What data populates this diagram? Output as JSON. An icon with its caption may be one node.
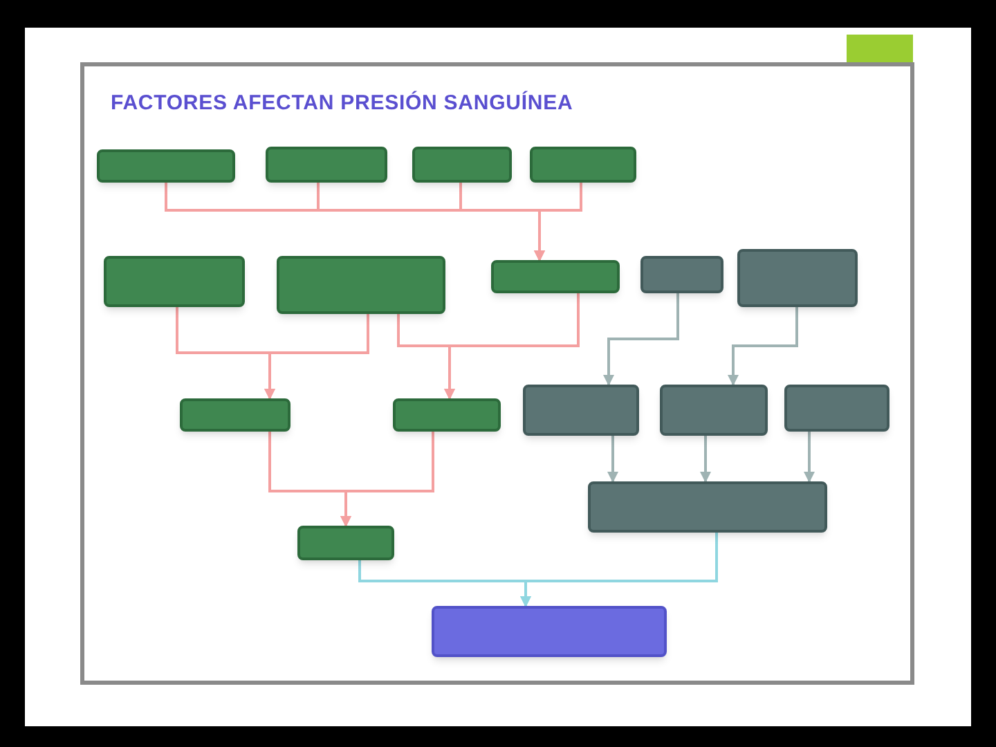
{
  "diagram": {
    "title": "FACTORES AFECTAN PRESIÓN SANGUÍNEA",
    "nodes": [
      {
        "text": [],
        "shape": "box"
      },
      {
        "text": [],
        "shape": "box"
      },
      {
        "text": [],
        "shape": "box"
      },
      {
        "text": [],
        "shape": "box"
      },
      {
        "text": [],
        "shape": "box"
      },
      {
        "text": [],
        "shape": "box"
      },
      {
        "text": [],
        "shape": "box"
      },
      {
        "text": [],
        "shape": "box"
      },
      {
        "text": [],
        "shape": "box"
      },
      {
        "text": [],
        "shape": "box"
      },
      {
        "text": [],
        "shape": "box"
      },
      {
        "text": [],
        "shape": "box"
      },
      {
        "text": [],
        "shape": "box"
      },
      {
        "text": [],
        "shape": "box"
      },
      {
        "text": [],
        "shape": "box"
      },
      {
        "text": [],
        "shape": "box"
      },
      {
        "text": [],
        "shape": "box"
      }
    ],
    "edges": [
      {
        "from": 0,
        "to": 6,
        "arrow": "to"
      },
      {
        "from": 1,
        "to": 6,
        "arrow": "to"
      },
      {
        "from": 2,
        "to": 6,
        "arrow": "to"
      },
      {
        "from": 3,
        "to": 6,
        "arrow": "to"
      },
      {
        "from": 4,
        "to": 9,
        "arrow": "to"
      },
      {
        "from": 5,
        "to": 9,
        "arrow": "to"
      },
      {
        "from": 5,
        "to": 10,
        "arrow": "to"
      },
      {
        "from": 6,
        "to": 10,
        "arrow": "to"
      },
      {
        "from": 7,
        "to": 11,
        "arrow": "to",
        "color": "#9fb3b3"
      },
      {
        "from": 8,
        "to": 12,
        "arrow": "to",
        "color": "#9fb3b3"
      },
      {
        "from": 11,
        "to": 14,
        "arrow": "to",
        "color": "#9fb3b3"
      },
      {
        "from": 12,
        "to": 14,
        "arrow": "to",
        "color": "#9fb3b3"
      },
      {
        "from": 13,
        "to": 14,
        "arrow": "to",
        "color": "#9fb3b3"
      },
      {
        "from": 9,
        "to": 15,
        "arrow": "to"
      },
      {
        "from": 10,
        "to": 15,
        "arrow": "to"
      },
      {
        "from": 15,
        "to": 16,
        "arrow": "to",
        "color": "#8fd6e0"
      },
      {
        "from": 14,
        "to": 16,
        "arrow": "to",
        "color": "#8fd6e0"
      }
    ]
  }
}
